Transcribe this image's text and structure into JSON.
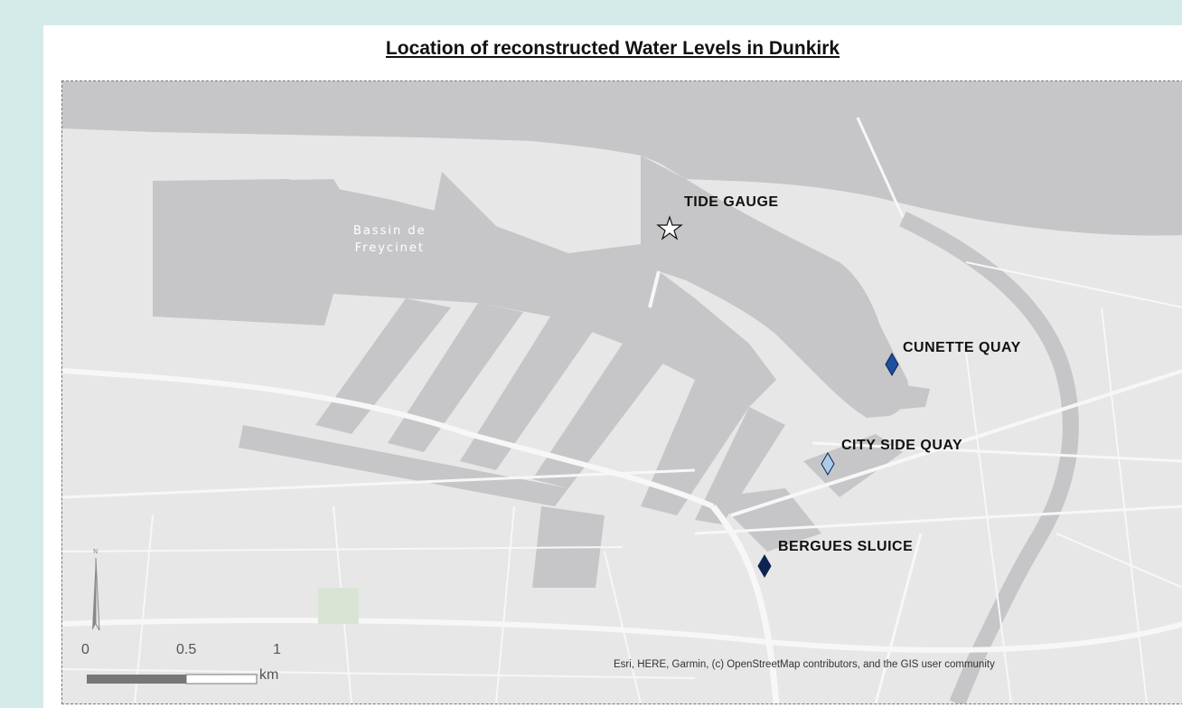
{
  "title": "Location of reconstructed Water Levels in Dunkirk",
  "basemap": {
    "water_label_line1": "Bassin de",
    "water_label_line2": "Freycinet",
    "attribution": "Esri, HERE, Garmin, (c) OpenStreetMap contributors, and the GIS user community"
  },
  "locations": [
    {
      "name": "TIDE GAUGE",
      "symbol": "star-icon",
      "color": "#ffffff"
    },
    {
      "name": "CUNETTE QUAY",
      "symbol": "diamond-icon",
      "color": "#1e4fa0"
    },
    {
      "name": "CITY SIDE QUAY",
      "symbol": "diamond-icon",
      "color": "#a9cde8"
    },
    {
      "name": "BERGUES SLUICE",
      "symbol": "diamond-icon",
      "color": "#0d2450"
    }
  ],
  "scale_bar": {
    "ticks": [
      "0",
      "0.5",
      "1"
    ],
    "unit": "km"
  },
  "north_arrow": {
    "icon": "north-arrow-icon"
  },
  "colors": {
    "water": "#c6c6c8",
    "land": "#e7e7e7",
    "road": "#f7f7f7",
    "background": "#d4ebe9"
  }
}
